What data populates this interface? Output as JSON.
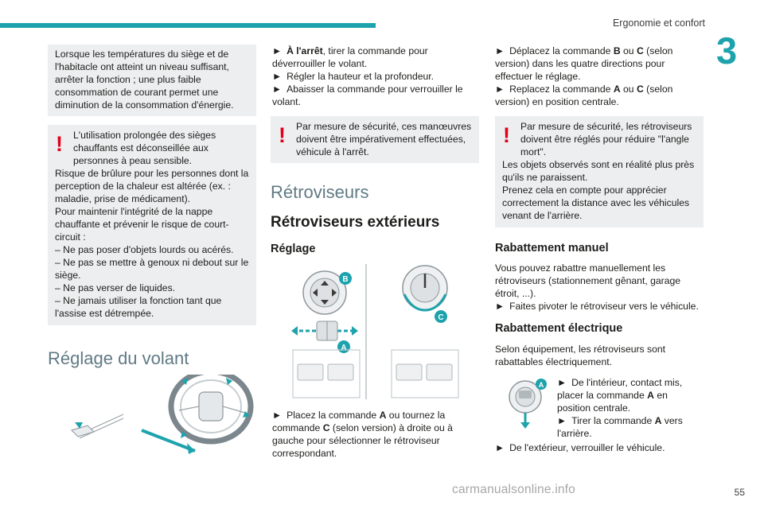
{
  "header": {
    "title": "Ergonomie et confort",
    "chapter_number": "3",
    "page_number": "55",
    "watermark": "carmanualsonline.info"
  },
  "col1": {
    "note_box": "Lorsque les températures du siège et de l'habitacle ont atteint un niveau suffisant, arrêter la fonction ; une plus faible consommation de courant permet une diminution de la consommation d'énergie.",
    "warning": {
      "lead": "L'utilisation prolongée des sièges chauffants est déconseillée aux personnes à peau sensible.",
      "line1": "Risque de brûlure pour les personnes dont la perception de la chaleur est altérée (ex. : maladie, prise de médicament).",
      "line2": "Pour maintenir l'intégrité de la nappe chauffante et prévenir le risque de court-circuit :",
      "items": [
        "–  Ne pas poser d'objets lourds ou acérés.",
        "–  Ne pas se mettre à genoux ni debout sur le siège.",
        "–  Ne pas verser de liquides.",
        "–  Ne jamais utiliser la fonction tant que l'assise est détrempée."
      ]
    },
    "section_title": "Réglage du volant"
  },
  "col2": {
    "steps": [
      {
        "arrow": "►",
        "bold": "À l'arrêt",
        "text": ", tirer la commande pour déverrouiller le volant."
      },
      {
        "arrow": "►",
        "bold": "",
        "text": "Régler la hauteur et la profondeur."
      },
      {
        "arrow": "►",
        "bold": "",
        "text": "Abaisser la commande pour verrouiller le volant."
      }
    ],
    "warning": "Par mesure de sécurité, ces manœuvres doivent être impérativement effectuées, véhicule à l'arrêt.",
    "section_title": "Rétroviseurs",
    "subsection_title": "Rétroviseurs extérieurs",
    "subsub_title": "Réglage",
    "callouts": {
      "a": "A",
      "b": "B",
      "c": "C"
    },
    "caption": {
      "arrow": "►",
      "t1": "Placez la commande ",
      "a": "A",
      "t2": " ou tournez la commande ",
      "c": "C",
      "t3": " (selon version) à droite ou à gauche pour sélectionner le rétroviseur correspondant."
    }
  },
  "col3": {
    "steps": [
      {
        "arrow": "►",
        "t1": "Déplacez la commande ",
        "b1": "B",
        "t2": " ou ",
        "b2": "C",
        "t3": " (selon version) dans les quatre directions pour effectuer le réglage."
      },
      {
        "arrow": "►",
        "t1": "Replacez la commande ",
        "b1": "A",
        "t2": " ou ",
        "b2": "C",
        "t3": " (selon version) en position centrale."
      }
    ],
    "warning": {
      "lead": "Par mesure de sécurité, les rétroviseurs doivent être réglés pour réduire \"l'angle mort\".",
      "line1": "Les objets observés sont en réalité plus près qu'ils ne paraissent.",
      "line2": "Prenez cela en compte pour apprécier correctement la distance avec les véhicules venant de l'arrière."
    },
    "manual": {
      "title": "Rabattement manuel",
      "text": "Vous pouvez rabattre manuellement les rétroviseurs (stationnement gênant, garage étroit, ...).",
      "step_arrow": "►",
      "step": "Faites pivoter le rétroviseur vers le véhicule."
    },
    "electric": {
      "title": "Rabattement électrique",
      "text": "Selon équipement, les rétroviseurs sont rabattables électriquement.",
      "callout": "A",
      "steps": [
        {
          "arrow": "►",
          "t1": "De l'intérieur, contact mis, placer la commande ",
          "b": "A",
          "t2": " en position centrale."
        },
        {
          "arrow": "►",
          "t1": "Tirer la commande ",
          "b": "A",
          "t2": " vers l'arrière."
        }
      ],
      "final_arrow": "►",
      "final": "De l'extérieur, verrouiller le véhicule."
    }
  }
}
